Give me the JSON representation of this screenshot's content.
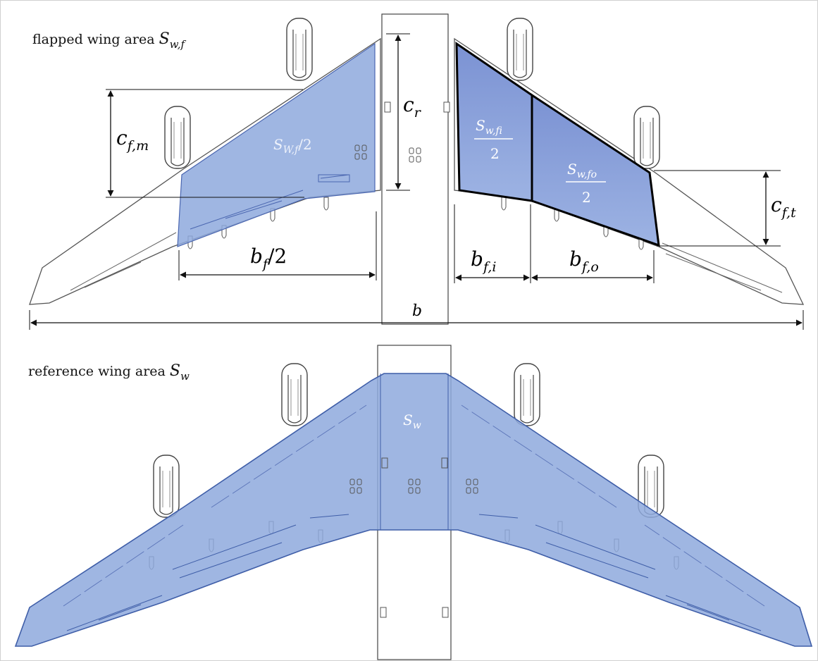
{
  "top_panel": {
    "title": "flapped wing area",
    "title_symbol": "S",
    "title_sub": "w,f",
    "left_area": {
      "symbol": "S",
      "sub": "W,f",
      "suffix": "/2"
    },
    "inner_area": {
      "symbol": "S",
      "sub": "w,fi",
      "den": "2"
    },
    "outer_area": {
      "symbol": "S",
      "sub": "w,fo",
      "den": "2"
    },
    "dims": {
      "cr": {
        "symbol": "c",
        "sub": "r"
      },
      "cfm": {
        "symbol": "c",
        "sub": "f,m"
      },
      "cft": {
        "symbol": "c",
        "sub": "f,t"
      },
      "bf_half": {
        "symbol": "b",
        "sub": "f",
        "suffix": "/2"
      },
      "bfi": {
        "symbol": "b",
        "sub": "f,i"
      },
      "bfo": {
        "symbol": "b",
        "sub": "f,o"
      },
      "b": {
        "symbol": "b"
      }
    }
  },
  "bottom_panel": {
    "title": "reference wing area",
    "title_symbol": "S",
    "title_sub": "w",
    "area": {
      "symbol": "S",
      "sub": "w"
    }
  },
  "colors": {
    "fill_light": "#8ea9dd",
    "fill_dark": "#7f98d6",
    "outline_blue": "#4a66b0",
    "ink": "#111111",
    "sketch": "#555555"
  }
}
